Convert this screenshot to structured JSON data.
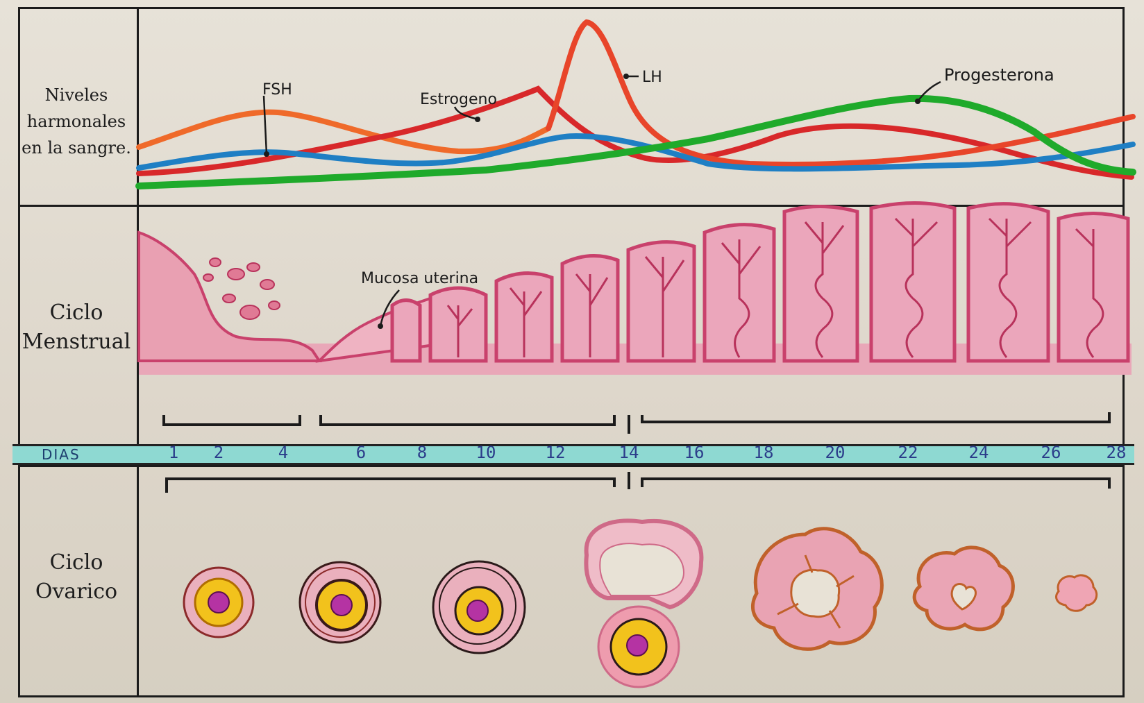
{
  "rows": {
    "hormones_label": "Niveles harmonales en la sangre.",
    "menstrual_label": "Ciclo Menstrual",
    "ovarian_label": "Ciclo Ovarico"
  },
  "curves": {
    "fsh": {
      "label": "FSH",
      "color": "#ef6a2a"
    },
    "estrogeno": {
      "label": "Estrogeno",
      "color": "#d8282a"
    },
    "lh": {
      "label": "LH",
      "color": "#e8452a"
    },
    "progesterona": {
      "label": "Progesterona",
      "color": "#1faa2b"
    },
    "unlabeled_blue": {
      "color": "#1f7fc4"
    }
  },
  "endometrium": {
    "label": "Mucosa uterina",
    "color": "#d9527a"
  },
  "days_band": {
    "label": "DIAS",
    "numbers": [
      "1",
      "2",
      "4",
      "6",
      "8",
      "10",
      "12",
      "14",
      "16",
      "18",
      "20",
      "22",
      "24",
      "26",
      "28"
    ],
    "color": "#8ed9d2"
  }
}
